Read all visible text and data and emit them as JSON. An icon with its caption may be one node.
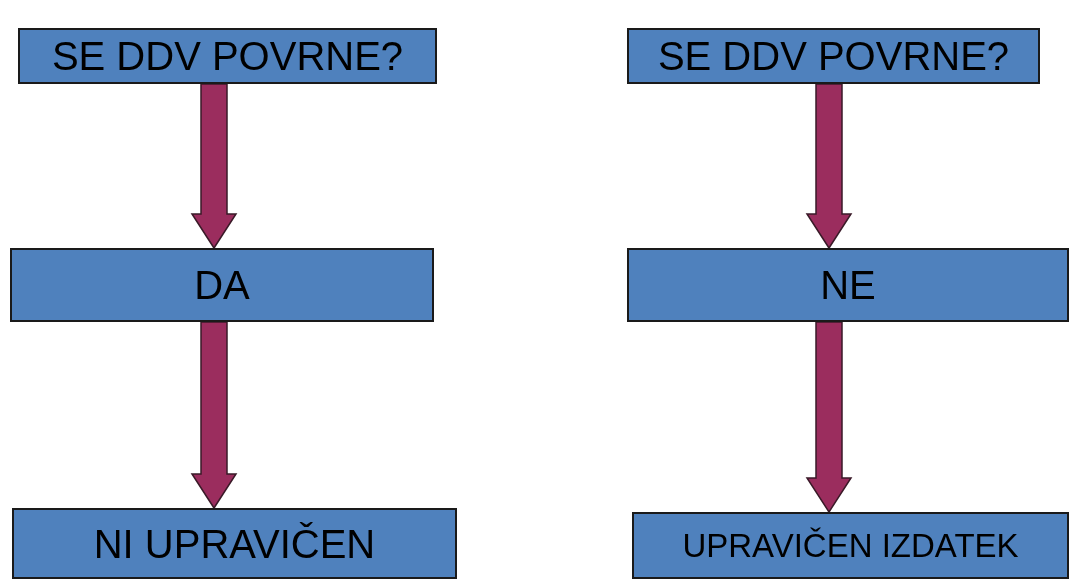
{
  "diagram": {
    "nodes": [
      {
        "text": [
          "SE DDV POVRNE?"
        ]
      },
      {
        "text": [
          "DA"
        ]
      },
      {
        "text": [
          "NI UPRAVIČEN"
        ]
      },
      {
        "text": [
          "SE DDV POVRNE?"
        ]
      },
      {
        "text": [
          "NE"
        ]
      },
      {
        "text": [
          "UPRAVIČEN IZDATEK"
        ]
      }
    ],
    "edges": [
      {
        "from": 0,
        "to": 1,
        "arrow": "to"
      },
      {
        "from": 1,
        "to": 2,
        "arrow": "to"
      },
      {
        "from": 3,
        "to": 4,
        "arrow": "to"
      },
      {
        "from": 4,
        "to": 5,
        "arrow": "to"
      }
    ]
  }
}
